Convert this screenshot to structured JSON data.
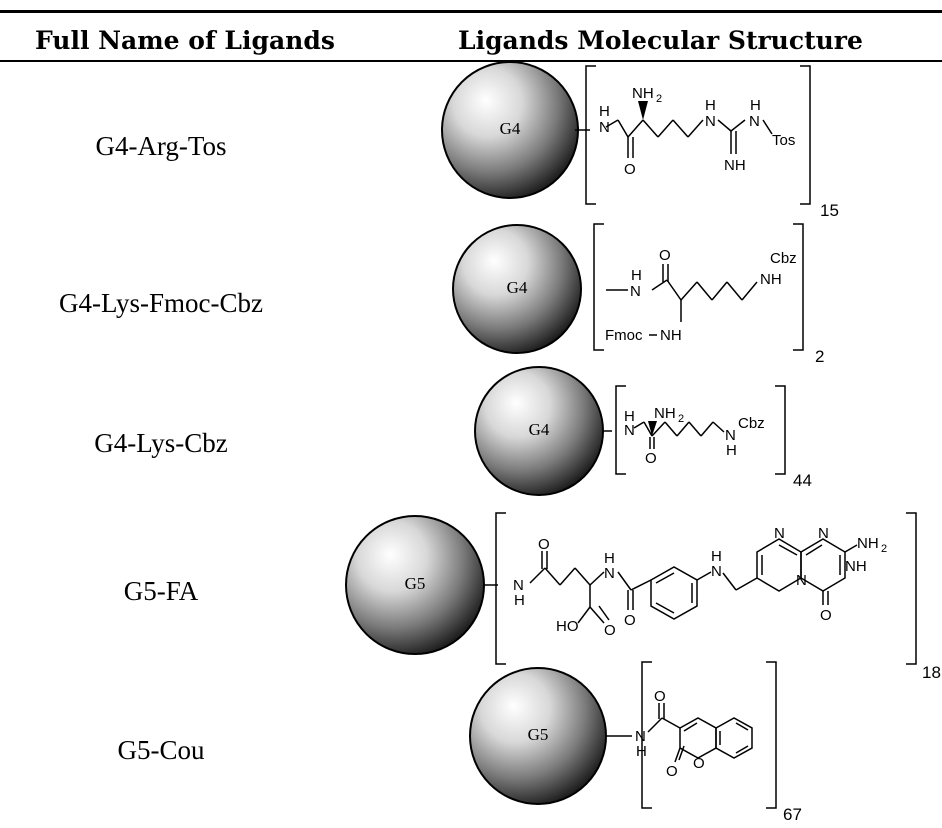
{
  "table": {
    "header": {
      "col1": "Full Name of Ligands",
      "col2": "Ligands Molecular Structure"
    },
    "rows": [
      {
        "name": "G4-Arg-Tos",
        "core": "G4",
        "count": "15"
      },
      {
        "name": "G4-Lys-Fmoc-Cbz",
        "core": "G4",
        "count": "2"
      },
      {
        "name": "G4-Lys-Cbz",
        "core": "G4",
        "count": "44"
      },
      {
        "name": "G5-FA",
        "core": "G5",
        "count": "18"
      },
      {
        "name": "G5-Cou",
        "core": "G5",
        "count": "67"
      }
    ]
  },
  "labels": {
    "nh": "N",
    "h": "H",
    "o": "O",
    "n": "N",
    "nh2": "NH",
    "two": "2",
    "nhx": "NH",
    "tos": "Tos",
    "cbz": "Cbz",
    "fmoc": "Fmoc",
    "ho": "HO"
  }
}
